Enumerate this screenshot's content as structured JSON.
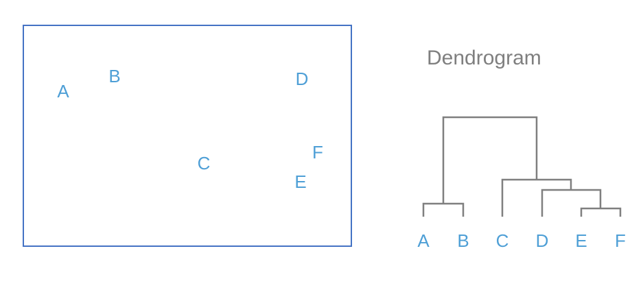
{
  "colors": {
    "frame": "#4472c4",
    "label": "#4e9fd6",
    "title": "#7f7f7f",
    "tree": "#7f7f7f"
  },
  "scatter": {
    "points": [
      "A",
      "B",
      "C",
      "D",
      "E",
      "F"
    ]
  },
  "dendrogram": {
    "title": "Dendrogram",
    "leaves": [
      "A",
      "B",
      "C",
      "D",
      "E",
      "F"
    ]
  }
}
